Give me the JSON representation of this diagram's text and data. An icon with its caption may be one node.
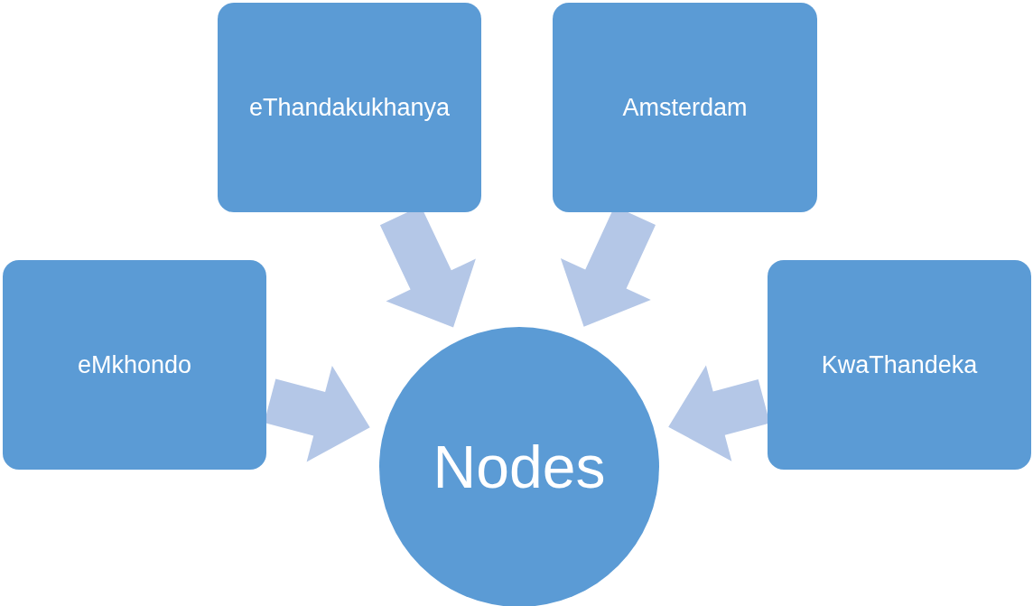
{
  "diagram": {
    "nodes": [
      {
        "text": [
          "eThandakukhanya"
        ]
      },
      {
        "text": [
          "Amsterdam"
        ]
      },
      {
        "text": [
          "eMkhondo"
        ]
      },
      {
        "text": [
          "KwaThandeka"
        ]
      },
      {
        "text": [
          "Nodes"
        ]
      }
    ],
    "edges": [
      {
        "from": 0,
        "to": 4,
        "arrow": "to"
      },
      {
        "from": 1,
        "to": 4,
        "arrow": "to"
      },
      {
        "from": 2,
        "to": 4,
        "arrow": "to"
      },
      {
        "from": 3,
        "to": 4,
        "arrow": "to"
      }
    ]
  }
}
